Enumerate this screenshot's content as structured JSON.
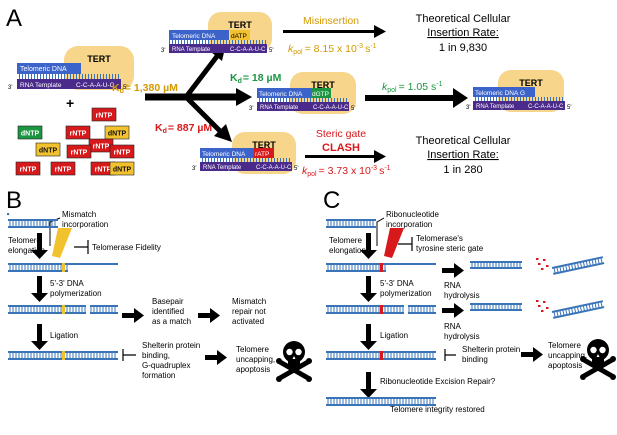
{
  "panel_labels": {
    "a": "A",
    "b": "B",
    "c": "C"
  },
  "enzyme": {
    "tert": "TERT",
    "dna": "Telomeric DNA",
    "rna": "RNA Template",
    "rna_seq": "C-C-A-A-U-C",
    "seq_g": "G",
    "three_prime": "3'",
    "five_prime": "5'"
  },
  "panel_a": {
    "plus": "+",
    "kd_left": "K",
    "kd_left_sub": "d",
    "kd_left_val": "= 1,380 µM",
    "kd_mid": "K",
    "kd_mid_sub": "d",
    "kd_mid_val": "= 18 µM",
    "kd_bottom": "K",
    "kd_bottom_sub": "d",
    "kd_bottom_val": "= 887 µM",
    "top_nuc": "dATP",
    "mid_nuc": "dGTP",
    "bottom_nuc": "rATP",
    "misinsertion": "Misinsertion",
    "kpol_top_k": "k",
    "kpol_top_sub": "pol",
    "kpol_top_val": "= 8.15 x 10",
    "kpol_top_exp": "-3",
    "kpol_top_unit": "s",
    "kpol_top_unit_exp": "-1",
    "kpol_mid_k": "k",
    "kpol_mid_sub": "pol",
    "kpol_mid_val": "= 1.05 s",
    "kpol_mid_exp": "-1",
    "steric_gate": "Steric gate",
    "clash": "CLASH",
    "kpol_bottom_k": "k",
    "kpol_bottom_sub": "pol",
    "kpol_bottom_val": "= 3.73 x 10",
    "kpol_bottom_exp": "-3",
    "kpol_bottom_unit": "s",
    "kpol_bottom_unit_exp": "-1",
    "rate_title_1": "Theoretical Cellular",
    "rate_title_2": "Insertion Rate:",
    "rate_top": "1 in 9,830",
    "rate_bottom": "1 in 280",
    "pool": [
      "rNTP",
      "dNTP",
      "rNTP",
      "dNTP",
      "rNTP",
      "dNTP",
      "rNTP",
      "rNTP",
      "rNTP",
      "rNTP",
      "rNTP",
      "dNTP"
    ],
    "colors": {
      "rntp": "#d7191c",
      "dntp_green": "#1a9641",
      "dntp_yellow": "#f2c12e",
      "tert": "#f7d58a",
      "dna": "#3b63c9",
      "rna": "#4a2a8a",
      "red_text": "#d7191c",
      "green_text": "#1a9641",
      "gold_text": "#d49a00"
    }
  },
  "panel_b": {
    "mismatch_1": "Mismatch",
    "mismatch_2": "incorporation",
    "telomere_1": "Telomere",
    "telomere_2": "elongation",
    "fidelity": "Telomerase Fidelity",
    "poly_1": "5'-3' DNA",
    "poly_2": "polymerization",
    "basepair_1": "Basepair",
    "basepair_2": "identified",
    "basepair_3": "as a match",
    "repair_1": "Mismatch",
    "repair_2": "repair not",
    "repair_3": "activated",
    "ligation": "Ligation",
    "shelterin_1": "Shelterin protein",
    "shelterin_2": "binding,",
    "shelterin_3": "G-quadruplex",
    "shelterin_4": "formation",
    "uncap_1": "Telomere",
    "uncap_2": "uncapping,",
    "uncap_3": "apoptosis"
  },
  "panel_c": {
    "ribo_1": "Ribonucleotide",
    "ribo_2": "incorporation",
    "telomere_1": "Telomere",
    "telomere_2": "elongation",
    "gate_1": "Telomerase's",
    "gate_2": "tyrosine steric gate",
    "rna_hyd_1": "RNA",
    "rna_hyd_2": "hydrolysis",
    "poly_1": "5'-3' DNA",
    "poly_2": "polymerization",
    "ligation": "Ligation",
    "shelterin_1": "Shelterin protein",
    "shelterin_2": "binding",
    "uncap_1": "Telomere",
    "uncap_2": "uncapping,",
    "uncap_3": "apoptosis",
    "excision": "Ribonucleotide Excision Repair?",
    "restored": "Telomere integrity restored"
  }
}
